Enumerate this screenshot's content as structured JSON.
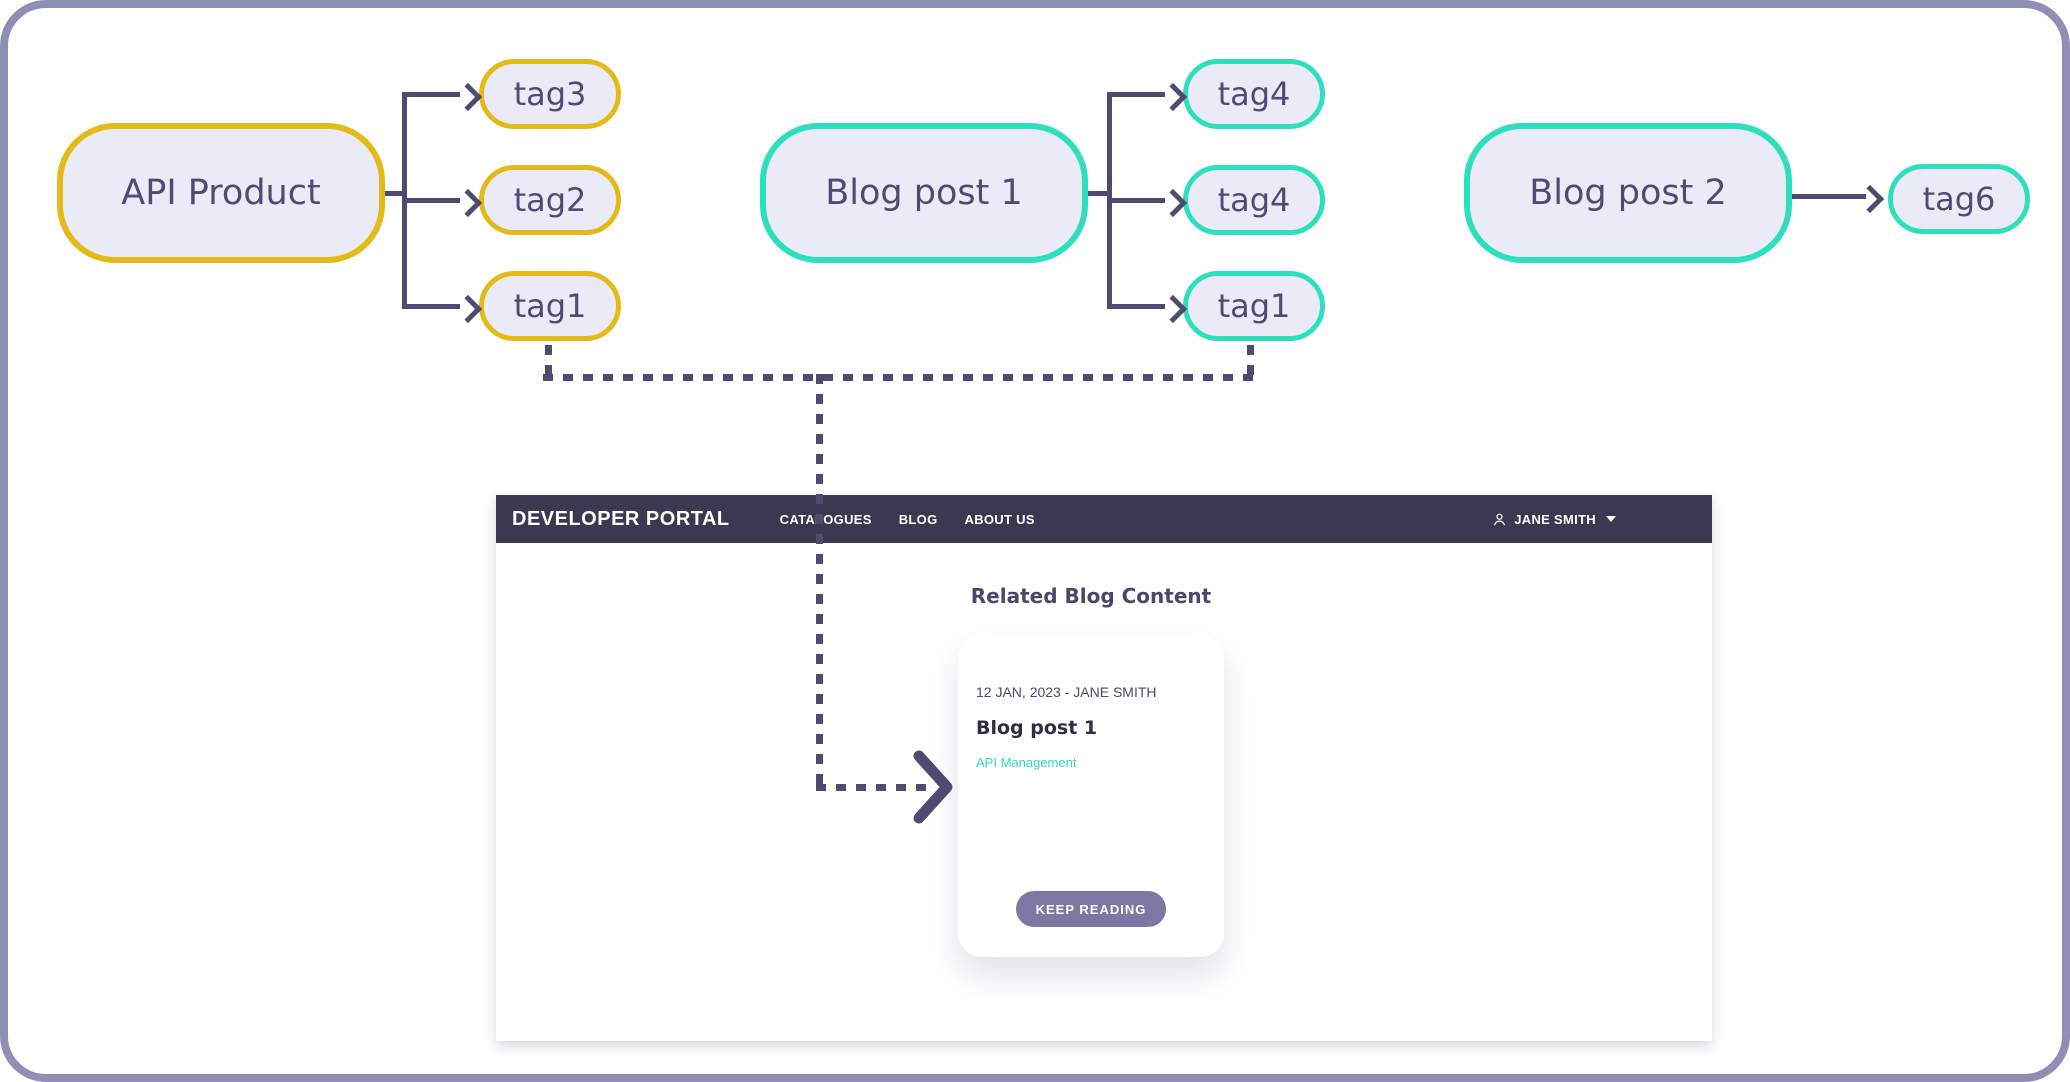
{
  "diagram": {
    "api_product": {
      "label": "API Product",
      "tags": [
        "tag3",
        "tag2",
        "tag1"
      ]
    },
    "blog_post_1": {
      "label": "Blog post 1",
      "tags": [
        "tag4",
        "tag4",
        "tag1"
      ]
    },
    "blog_post_2": {
      "label": "Blog post 2",
      "tags": [
        "tag6"
      ]
    }
  },
  "portal": {
    "brand": "DEVELOPER PORTAL",
    "nav": [
      "CATALOGUES",
      "BLOG",
      "ABOUT US"
    ],
    "user_name": "JANE SMITH",
    "section_title": "Related Blog Content",
    "card": {
      "meta": "12 JAN, 2023 - JANE SMITH",
      "title": "Blog post 1",
      "tag": "API Management",
      "cta": "KEEP READING"
    }
  },
  "icons": {
    "user": "user-icon",
    "dropdown": "chevron-down-icon",
    "arrowheads": "arrowhead-icon",
    "dotted_arrow": "dotted-arrow-head-icon"
  },
  "colors": {
    "frame_border": "#918eb6",
    "connector": "#4d4b70",
    "yellow_accent": "#e3ba17",
    "teal_accent": "#2ddfbd",
    "node_fill": "#ebebf8",
    "node_text": "#4e4c72",
    "navbar_bg": "#3a3952",
    "navbar_text": "#ffffff",
    "section_title_text": "#4a4768",
    "card_meta_text": "#4a4a6e",
    "card_title_text": "#2e2d45",
    "tag_link_text": "#2bdcbb",
    "cta_bg": "#7c78a3",
    "cta_text": "#ffffff"
  }
}
